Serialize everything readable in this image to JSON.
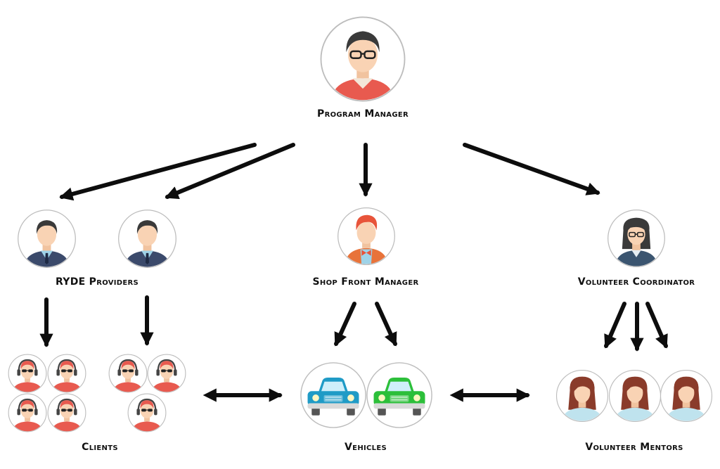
{
  "nodes": {
    "program_manager": {
      "label": "Program Manager"
    },
    "ryde_providers": {
      "label": "RYDE Providers"
    },
    "shop_front_manager": {
      "label": "Shop Front Manager"
    },
    "volunteer_coordinator": {
      "label": "Volunteer Coordinator"
    },
    "clients": {
      "label": "Clients"
    },
    "vehicles": {
      "label": "Vehicles"
    },
    "volunteer_mentors": {
      "label": "Volunteer Mentors"
    }
  },
  "colors": {
    "arrow": "#0d0d0d",
    "circle_stroke": "#bdbdbd",
    "skin": "#f9d3b4",
    "red_shirt": "#e85a4f",
    "navy_suit": "#3b4a6b",
    "hair_dark": "#3a3a3a",
    "hair_red": "#e8543a",
    "mentor_hair": "#8a3b2a",
    "car_blue": "#1f9bc6",
    "car_green": "#2cbf3a"
  }
}
